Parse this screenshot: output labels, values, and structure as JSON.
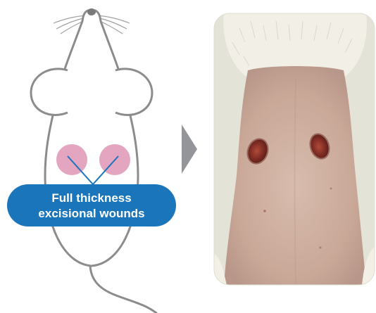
{
  "callout": {
    "line1": "Full thickness",
    "line2": "excisional wounds"
  },
  "colors": {
    "outline": "#8c8c8c",
    "wound_fill": "#e3a5c0",
    "badge_fill": "#1a75bb",
    "leader_line": "#1a75bb",
    "arrow": "#939598",
    "fur": "#f2f0e6",
    "skin": "#cfb2a2",
    "wound_interior": "#7a2a22"
  },
  "photo": {
    "wound_count": 2
  }
}
